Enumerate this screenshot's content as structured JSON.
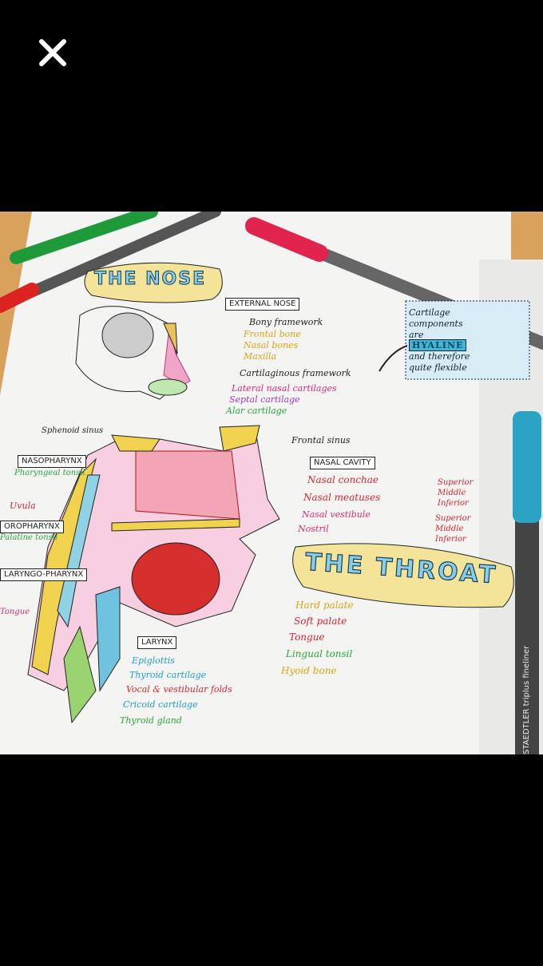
{
  "viewer": {
    "close_icon": "close-icon"
  },
  "nose": {
    "title": "THE NOSE",
    "external_nose_box": "EXTERNAL NOSE",
    "bony_framework": "Bony framework",
    "bony_items": [
      "Frontal bone",
      "Nasal bones",
      "Maxilla"
    ],
    "cartilaginous_framework": "Cartilaginous framework",
    "lateral_nasal": "Lateral nasal cartilages",
    "septal": "Septal cartilage",
    "alar": "Alar cartilage"
  },
  "note": {
    "line1": "Cartilage",
    "line2": "components",
    "line3": "are",
    "highlight": "HYALINE",
    "line4": "and therefore",
    "line5": "quite flexible"
  },
  "throat": {
    "title": "THE THROAT",
    "sphenoid_sinus": "Sphenoid sinus",
    "frontal_sinus": "Frontal sinus",
    "nasal_cavity_box": "NASAL CAVITY",
    "nasal_conchae": "Nasal conchae",
    "nasal_meatuses": "Nasal meatuses",
    "nasal_vestibule": "Nasal vestibule",
    "nostril": "Nostril",
    "conchae_braces": [
      "Superior",
      "Middle",
      "Inferior"
    ],
    "meatuses_braces": [
      "Superior",
      "Middle",
      "Inferior"
    ],
    "nasopharynx_box": "NASOPHARYNX",
    "pharyngeal_tonsil": "Pharyngeal tonsil",
    "uvula": "Uvula",
    "oropharynx_box": "OROPHARYNX",
    "palatine_tonsil": "Palatine tonsil",
    "laryngopharynx_box": "LARYNGO-PHARYNX",
    "tongue_left": "Tongue",
    "larynx_box": "LARYNX",
    "epiglottis": "Epiglottis",
    "thyroid_cartilage": "Thyroid cartilage",
    "vocal_folds": "Vocal & vestibular folds",
    "cricoid": "Cricoid cartilage",
    "thyroid_gland": "Thyroid gland",
    "hard_palate": "Hard palate",
    "soft_palate": "Soft palate",
    "tongue": "Tongue",
    "lingual_tonsil": "Lingual tonsil",
    "hyoid_bone": "Hyoid bone"
  },
  "pen_label": "STAEDTLER triplus fineliner",
  "colors": {
    "yellow": "#d9a514",
    "red": "#d8252f",
    "pink": "#e0297a",
    "green": "#2aa83a",
    "blue": "#1e9fc9",
    "purple": "#a13fc0",
    "ink": "#222222"
  }
}
